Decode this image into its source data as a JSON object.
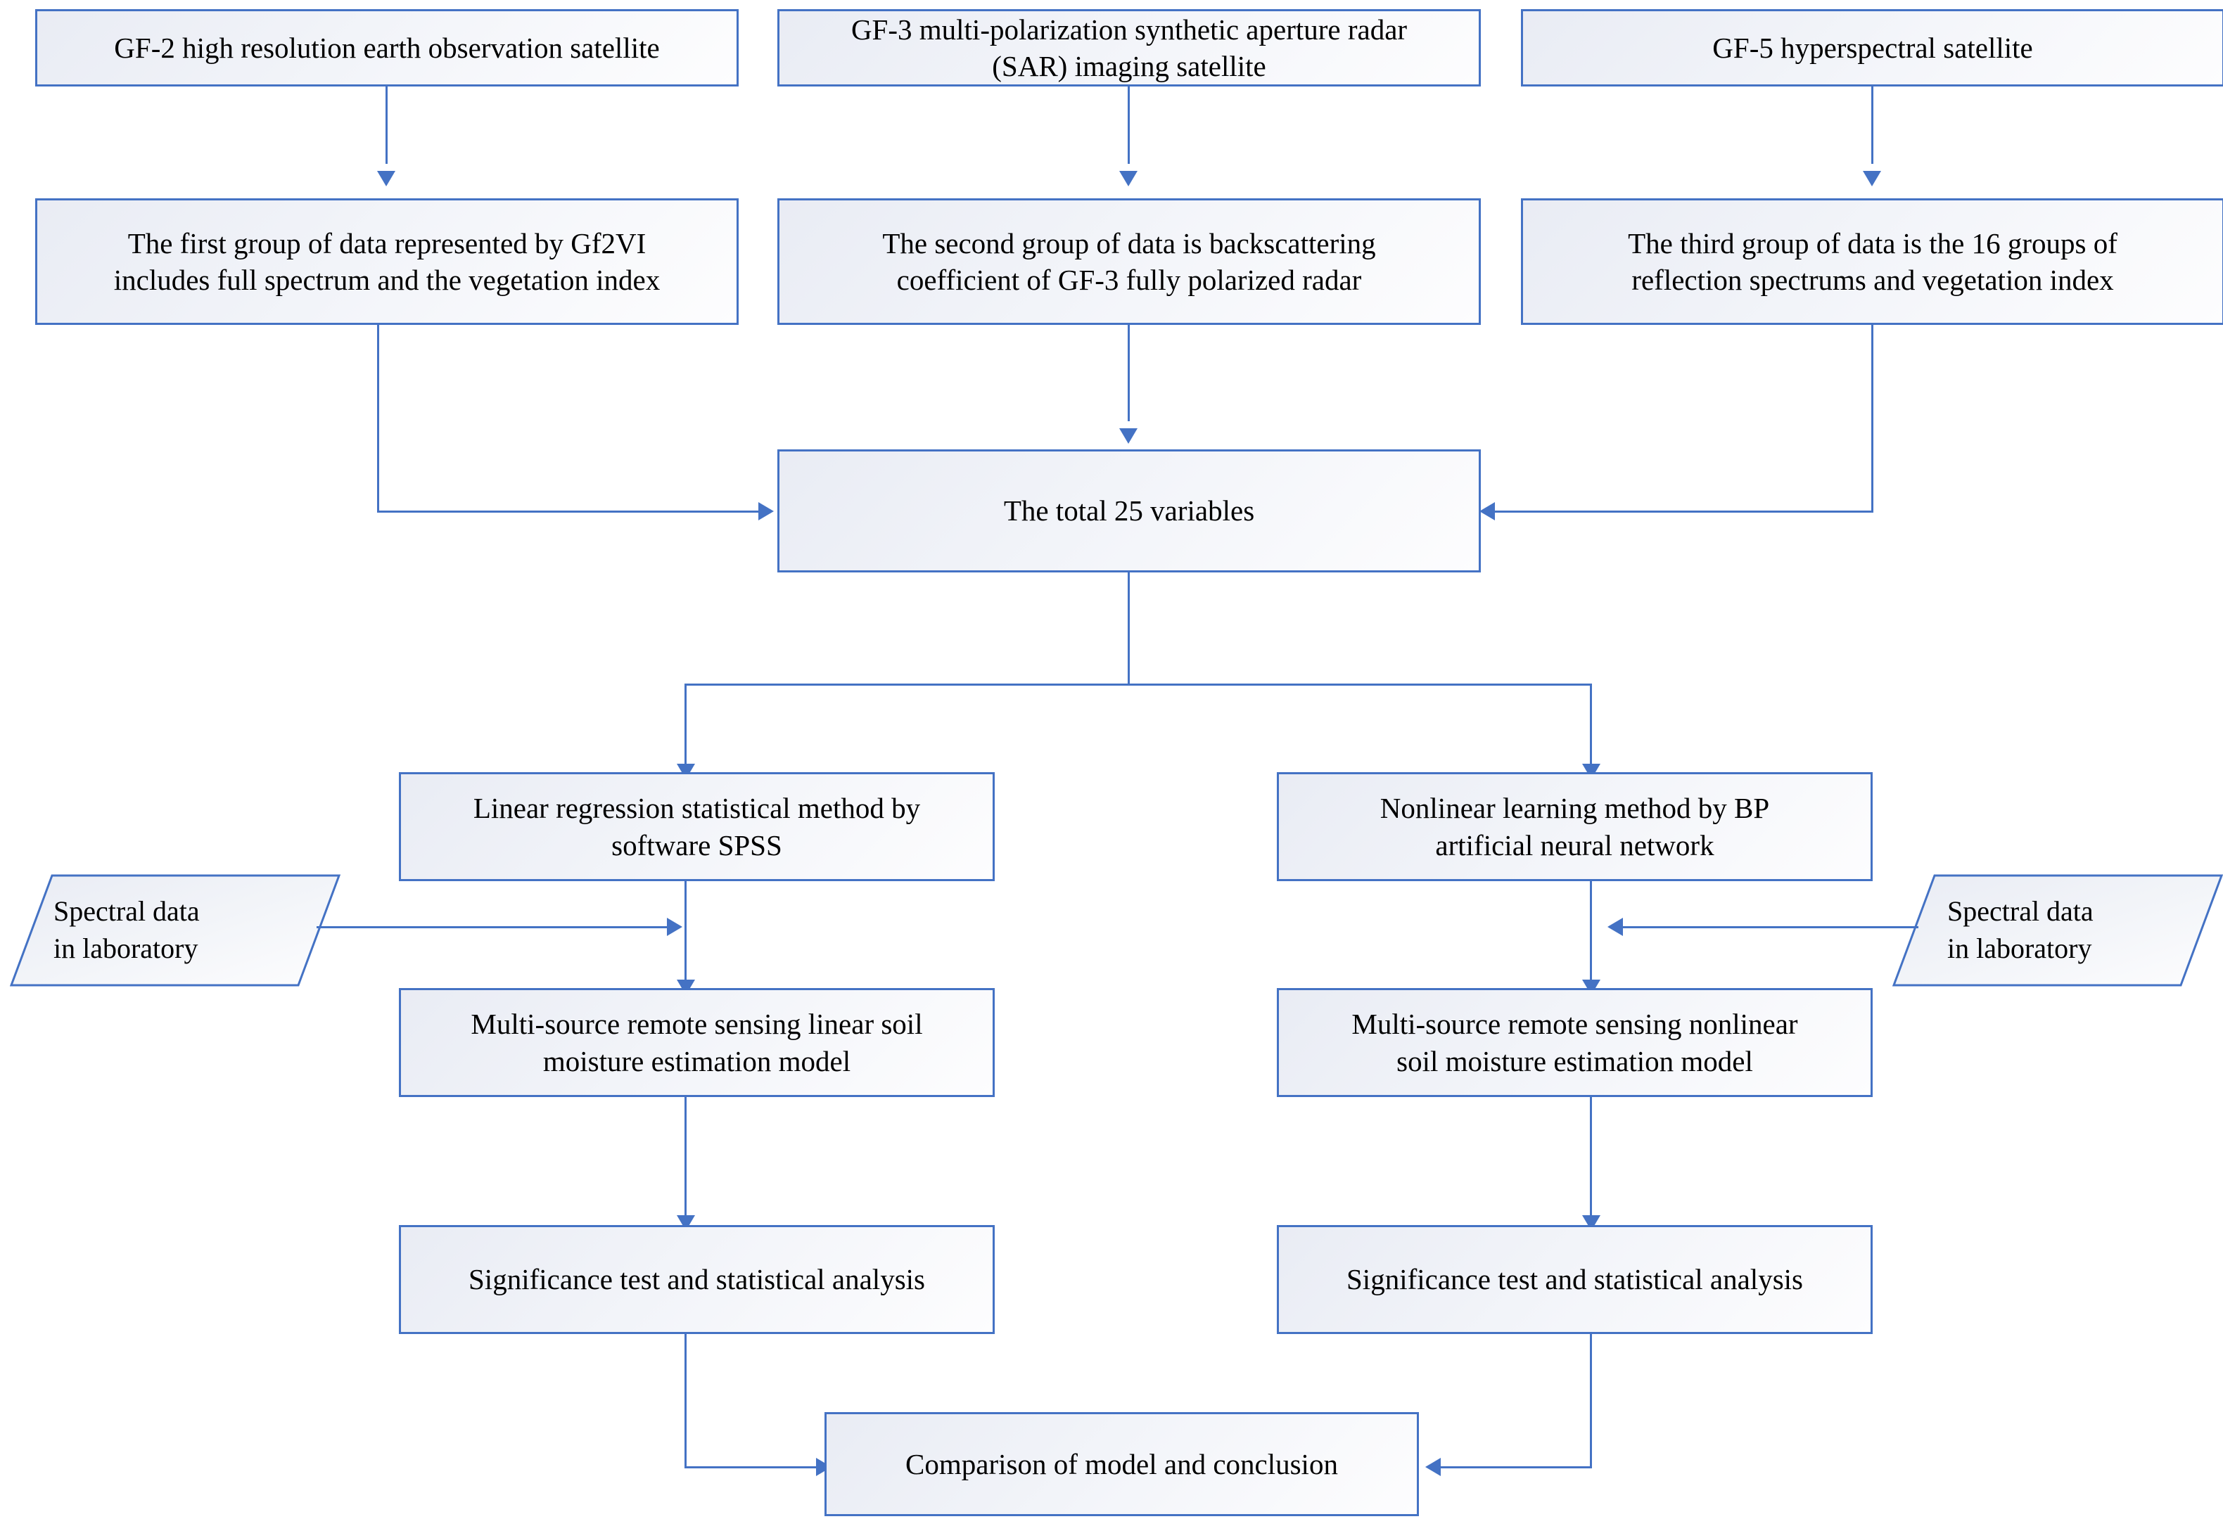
{
  "diagram": {
    "title_present": false,
    "accent_color": "#4472c4",
    "node_fill": "#eef0f6",
    "text_color": "#000000",
    "nodes": [
      {
        "id": "gf2",
        "label": "GF-2 high resolution earth observation satellite",
        "shape": "rectangle"
      },
      {
        "id": "gf3",
        "label": "GF-3 multi-polarization synthetic aperture radar\n(SAR) imaging satellite",
        "shape": "rectangle"
      },
      {
        "id": "gf5",
        "label": "GF-5 hyperspectral satellite",
        "shape": "rectangle"
      },
      {
        "id": "group1",
        "label": "The first group of data represented by Gf2VI\nincludes full spectrum and the vegetation index",
        "shape": "rectangle"
      },
      {
        "id": "group2",
        "label": "The second group of data is backscattering\ncoefficient of GF-3 fully polarized radar",
        "shape": "rectangle"
      },
      {
        "id": "group3",
        "label": "The third group of data is the 16 groups of\nreflection spectrums and vegetation index",
        "shape": "rectangle"
      },
      {
        "id": "variables",
        "label": "The total 25 variables",
        "shape": "rectangle"
      },
      {
        "id": "linear_method",
        "label": "Linear regression statistical method by\nsoftware SPSS",
        "shape": "rectangle"
      },
      {
        "id": "nonlinear_method",
        "label": "Nonlinear learning method by BP\nartificial neural network",
        "shape": "rectangle"
      },
      {
        "id": "lab_left",
        "label": "Spectral data\nin laboratory",
        "shape": "parallelogram"
      },
      {
        "id": "lab_right",
        "label": "Spectral data\nin laboratory",
        "shape": "parallelogram"
      },
      {
        "id": "linear_model",
        "label": "Multi-source remote sensing linear soil\nmoisture estimation model",
        "shape": "rectangle"
      },
      {
        "id": "nonlinear_model",
        "label": "Multi-source remote sensing nonlinear\nsoil moisture estimation model",
        "shape": "rectangle"
      },
      {
        "id": "sig_left",
        "label": "Significance test and statistical analysis",
        "shape": "rectangle"
      },
      {
        "id": "sig_right",
        "label": "Significance test and statistical analysis",
        "shape": "rectangle"
      },
      {
        "id": "conclusion",
        "label": "Comparison of model and conclusion",
        "shape": "rectangle"
      }
    ],
    "edges": [
      {
        "from": "gf2",
        "to": "group1",
        "style": "straight-down"
      },
      {
        "from": "gf3",
        "to": "group2",
        "style": "straight-down"
      },
      {
        "from": "gf5",
        "to": "group3",
        "style": "straight-down"
      },
      {
        "from": "group1",
        "to": "variables",
        "style": "elbow-right"
      },
      {
        "from": "group2",
        "to": "variables",
        "style": "straight-down"
      },
      {
        "from": "group3",
        "to": "variables",
        "style": "elbow-left"
      },
      {
        "from": "variables",
        "to": "linear_method",
        "style": "split-left"
      },
      {
        "from": "variables",
        "to": "nonlinear_method",
        "style": "split-right"
      },
      {
        "from": "linear_method",
        "to": "linear_model",
        "style": "straight-down"
      },
      {
        "from": "nonlinear_method",
        "to": "nonlinear_model",
        "style": "straight-down"
      },
      {
        "from": "lab_left",
        "to": "linear_model",
        "style": "horizontal-right"
      },
      {
        "from": "lab_right",
        "to": "nonlinear_model",
        "style": "horizontal-left"
      },
      {
        "from": "linear_model",
        "to": "sig_left",
        "style": "straight-down"
      },
      {
        "from": "nonlinear_model",
        "to": "sig_right",
        "style": "straight-down"
      },
      {
        "from": "sig_left",
        "to": "conclusion",
        "style": "elbow-right"
      },
      {
        "from": "sig_right",
        "to": "conclusion",
        "style": "elbow-left"
      }
    ]
  }
}
